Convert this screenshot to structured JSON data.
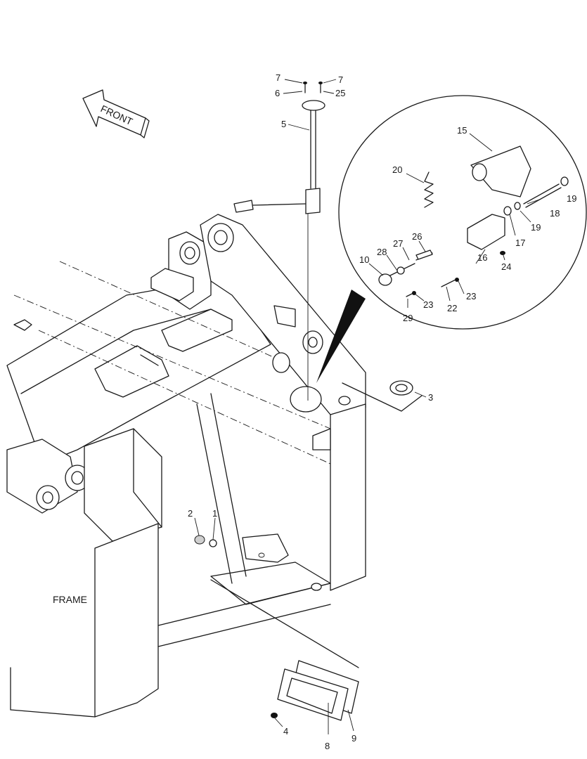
{
  "diagram": {
    "direction_label": "FRONT",
    "assembly_label": "FRAME",
    "callouts": [
      {
        "id": "c7a",
        "text": "7"
      },
      {
        "id": "c7b",
        "text": "7"
      },
      {
        "id": "c6",
        "text": "6"
      },
      {
        "id": "c25",
        "text": "25"
      },
      {
        "id": "c5",
        "text": "5"
      },
      {
        "id": "c15",
        "text": "15"
      },
      {
        "id": "c20",
        "text": "20"
      },
      {
        "id": "c19a",
        "text": "19"
      },
      {
        "id": "c18",
        "text": "18"
      },
      {
        "id": "c19b",
        "text": "19"
      },
      {
        "id": "c17",
        "text": "17"
      },
      {
        "id": "c26",
        "text": "26"
      },
      {
        "id": "c27",
        "text": "27"
      },
      {
        "id": "c28",
        "text": "28"
      },
      {
        "id": "c10",
        "text": "10"
      },
      {
        "id": "c16",
        "text": "16"
      },
      {
        "id": "c24",
        "text": "24"
      },
      {
        "id": "c23a",
        "text": "23"
      },
      {
        "id": "c23b",
        "text": "23"
      },
      {
        "id": "c22",
        "text": "22"
      },
      {
        "id": "c29",
        "text": "29"
      },
      {
        "id": "c3",
        "text": "3"
      },
      {
        "id": "c2",
        "text": "2"
      },
      {
        "id": "c1",
        "text": "1"
      },
      {
        "id": "c4",
        "text": "4"
      },
      {
        "id": "c8",
        "text": "8"
      },
      {
        "id": "c9",
        "text": "9"
      }
    ]
  }
}
